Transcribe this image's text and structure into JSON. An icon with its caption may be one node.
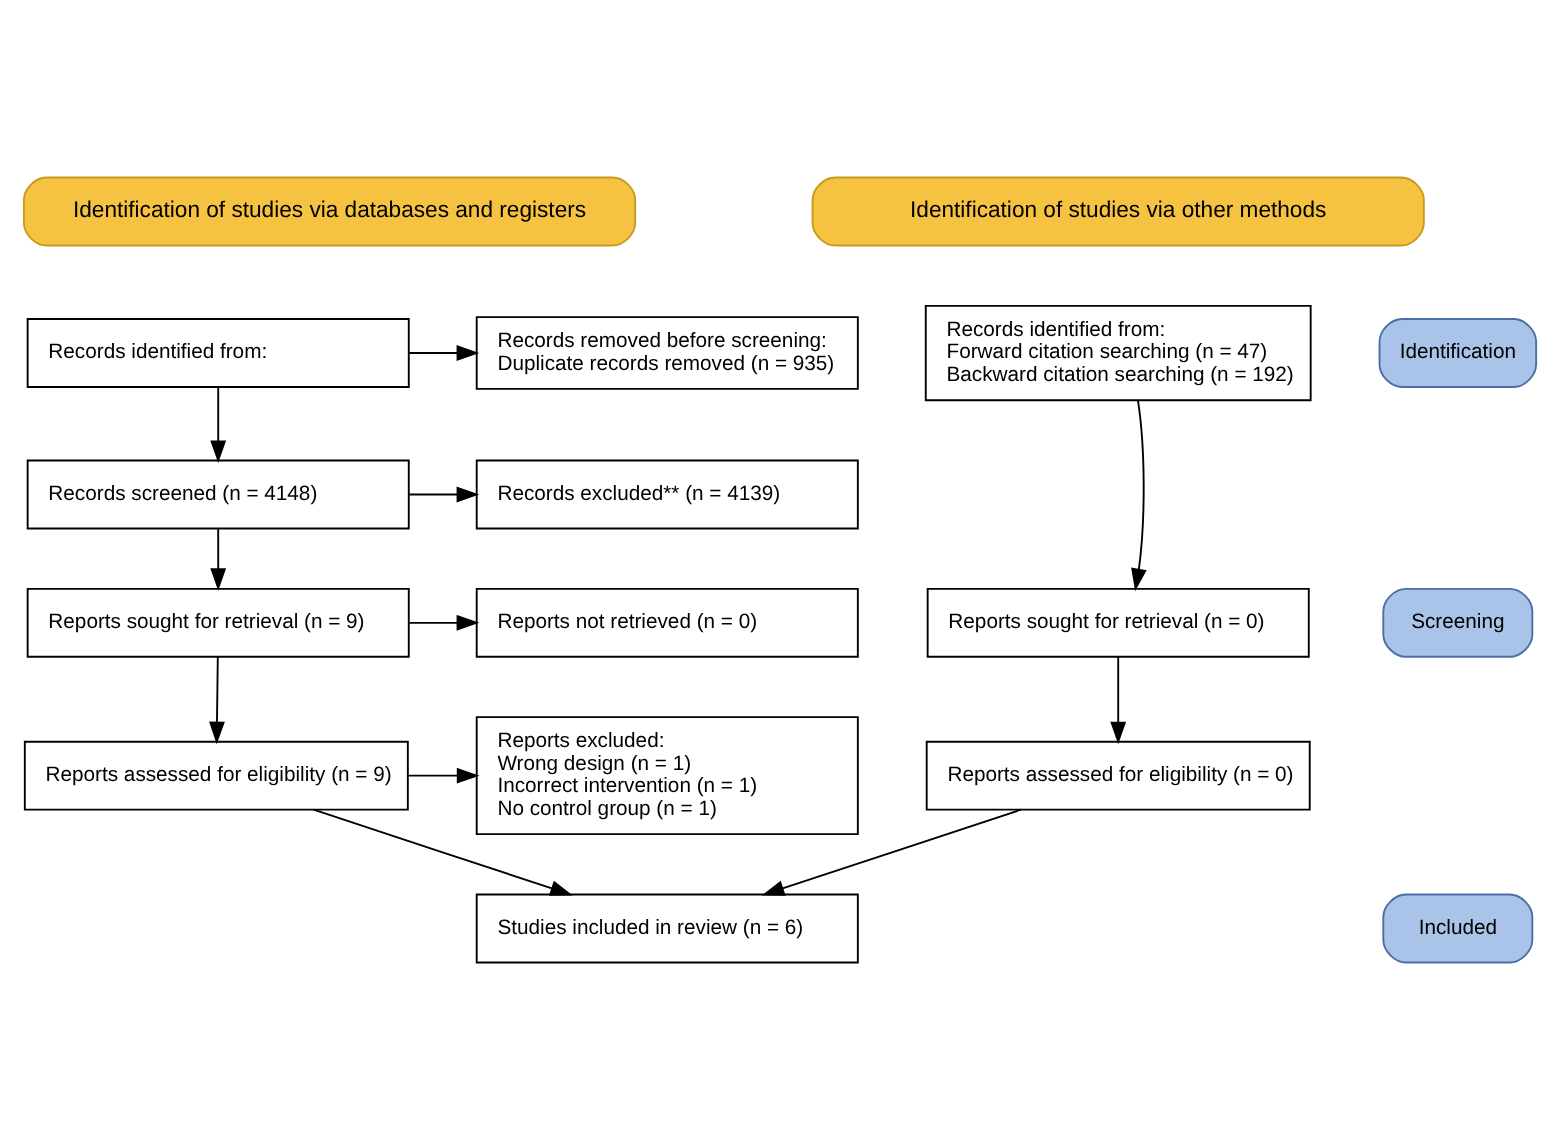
{
  "diagram": {
    "nodes": [
      {
        "text": [
          "Identification of studies via databases and registers"
        ]
      },
      {
        "text": [
          "Identification of studies via other methods"
        ]
      },
      {
        "text": [
          "Identification"
        ]
      },
      {
        "text": [
          "Screening"
        ]
      },
      {
        "text": [
          "Included"
        ]
      },
      {
        "text": [
          "Records identified from:"
        ]
      },
      {
        "text": [
          "Records removed before screening:",
          "Duplicate records removed (n = 935)"
        ]
      },
      {
        "text": [
          "Records identified from:",
          "Forward citation searching (n = 47)",
          "Backward citation searching (n = 192)"
        ]
      },
      {
        "text": [
          "Records screened (n = 4148)"
        ]
      },
      {
        "text": [
          "Records excluded** (n = 4139)"
        ]
      },
      {
        "text": [
          "Reports sought for retrieval (n = 9)"
        ]
      },
      {
        "text": [
          "Reports not retrieved (n = 0)"
        ]
      },
      {
        "text": [
          "Reports sought for retrieval (n = 0)"
        ]
      },
      {
        "text": [
          "Reports assessed for eligibility (n = 9)"
        ]
      },
      {
        "text": [
          "Reports excluded:",
          "Wrong design (n = 1)",
          "Incorrect intervention (n = 1)",
          "No control group (n = 1)"
        ]
      },
      {
        "text": [
          "Reports assessed for eligibility (n = 0)"
        ]
      },
      {
        "text": [
          "Studies included in review (n = 6)"
        ]
      }
    ],
    "edges": [
      {
        "from": 5,
        "to": 6,
        "arrow": "to"
      },
      {
        "from": 5,
        "to": 8,
        "arrow": "to"
      },
      {
        "from": 8,
        "to": 9,
        "arrow": "to"
      },
      {
        "from": 8,
        "to": 10,
        "arrow": "to"
      },
      {
        "from": 10,
        "to": 11,
        "arrow": "to"
      },
      {
        "from": 10,
        "to": 13,
        "arrow": "to"
      },
      {
        "from": 13,
        "to": 14,
        "arrow": "to"
      },
      {
        "from": 13,
        "to": 16,
        "arrow": "to"
      },
      {
        "from": 7,
        "to": 12,
        "arrow": "to"
      },
      {
        "from": 12,
        "to": 15,
        "arrow": "to"
      },
      {
        "from": 15,
        "to": 16,
        "arrow": "to"
      }
    ]
  }
}
